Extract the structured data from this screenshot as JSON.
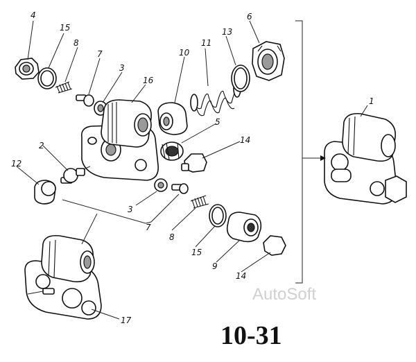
{
  "figure_label": "10-31",
  "watermark": "AutoSoft",
  "callouts": {
    "n1": "1",
    "n2": "2",
    "n3a": "3",
    "n3b": "3",
    "n4": "4",
    "n5": "5",
    "n6": "6",
    "n7a": "7",
    "n7b": "7",
    "n8a": "8",
    "n8b": "8",
    "n9": "9",
    "n10": "10",
    "n11": "11",
    "n12": "12",
    "n13": "13",
    "n14a": "14",
    "n14b": "14",
    "n15a": "15",
    "n15b": "15",
    "n16": "16",
    "n17": "17"
  }
}
